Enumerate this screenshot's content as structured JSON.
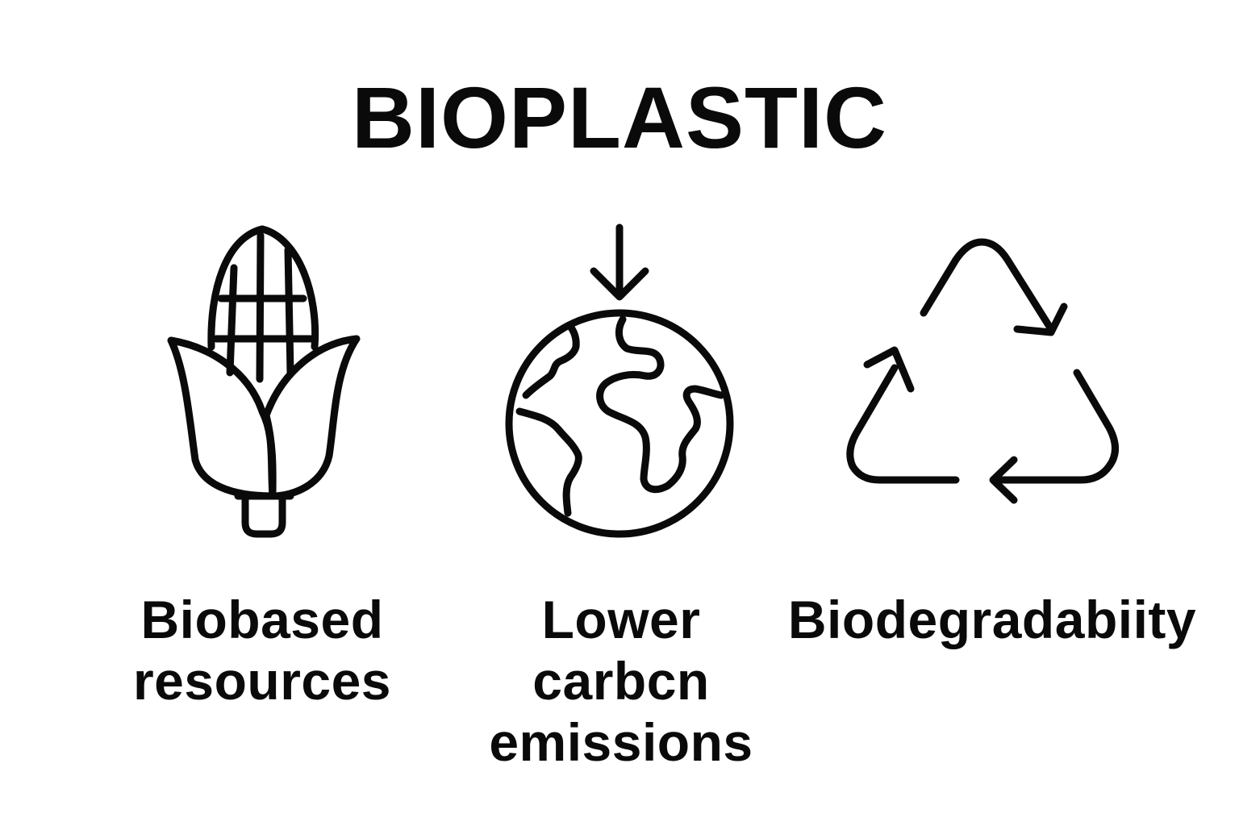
{
  "title": "BIOPLASTIC",
  "features": [
    {
      "icon": "corn-icon",
      "lines": [
        "Biobased",
        "resources"
      ]
    },
    {
      "icon": "globe-down-arrow-icon",
      "lines": [
        "Lower",
        "carbcn",
        "emissions"
      ]
    },
    {
      "icon": "recycle-icon",
      "lines": [
        "Biodegradabiity"
      ]
    }
  ],
  "colors": {
    "ink": "#0a0a0a",
    "background": "#ffffff"
  }
}
